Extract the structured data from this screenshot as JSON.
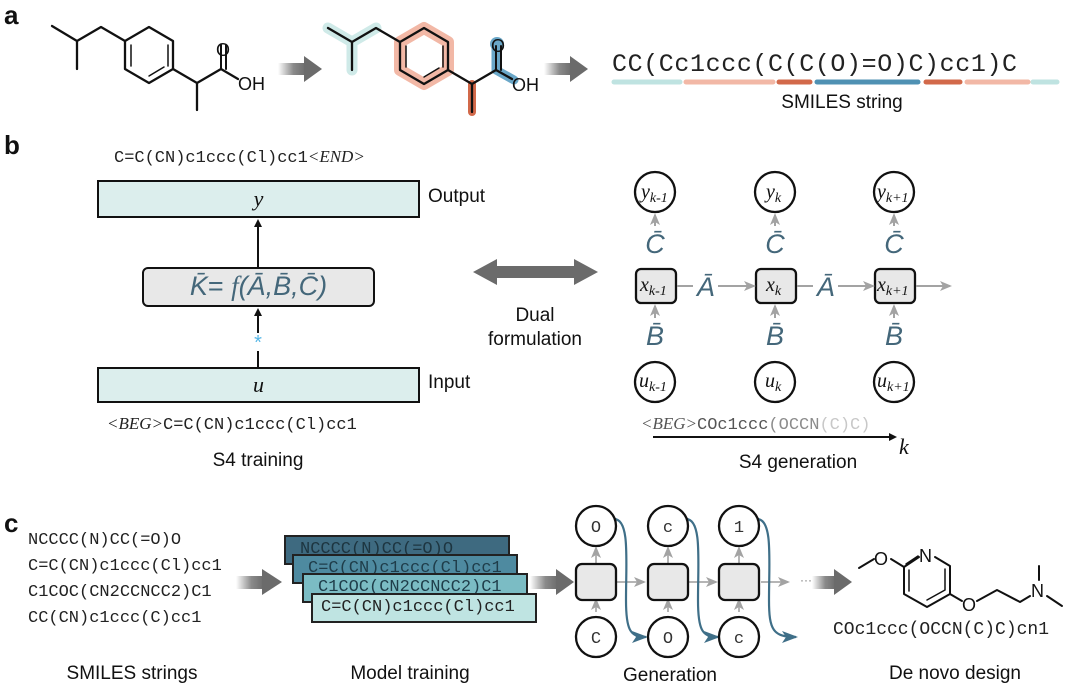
{
  "colors": {
    "seg_teal": "#bfe3e1",
    "seg_peach": "#f2b8a6",
    "seg_orange": "#d2694a",
    "seg_blue": "#4f91b3",
    "box_teal": "#dceeed",
    "box_grey": "#e8e8e8",
    "math_blue": "#44677a",
    "arrow_grey": "#6b6b6b",
    "conv_star": "#55b6e6",
    "gen_curve": "#3f6f88"
  },
  "panel_a": {
    "label": "a",
    "molecule_name": "ibuprofen",
    "atom_labels": {
      "O": "O",
      "OH": "OH"
    },
    "smiles_string": "CC(Cc1ccc(C(C(O)=O)C)cc1)C",
    "smiles_segments": [
      {
        "text": "CC(",
        "color": "seg_teal"
      },
      {
        "text": "Cc1ccc(",
        "color": "seg_peach"
      },
      {
        "text": "C(",
        "color": "seg_orange"
      },
      {
        "text": "C(O)=O)",
        "color": "seg_blue"
      },
      {
        "text": "C)",
        "color": "seg_orange"
      },
      {
        "text": "cc1)",
        "color": "seg_peach"
      },
      {
        "text": "C",
        "color": "seg_teal"
      }
    ],
    "caption": "SMILES string"
  },
  "panel_b": {
    "label": "b",
    "output_smiles": "C=C(CN)c1ccc(Cl)cc1",
    "end_token": "<END>",
    "output_var": "y",
    "output_label": "Output",
    "kernel_lhs": "K̄",
    "kernel_eq": "= ",
    "kernel_f": "f",
    "kernel_args": "(Ā,B̄,C̄)",
    "conv_symbol": "*",
    "input_var": "u",
    "input_label": "Input",
    "beg_token": "<BEG>",
    "input_smiles": "C=C(CN)c1ccc(Cl)cc1",
    "training_caption": "S4 training",
    "dual_label_line1": "Dual",
    "dual_label_line2": "formulation",
    "recurrent": {
      "outputs": [
        {
          "base": "y",
          "sub": "k-1"
        },
        {
          "base": "y",
          "sub": "k"
        },
        {
          "base": "y",
          "sub": "k+1"
        }
      ],
      "states": [
        {
          "base": "x",
          "sub": "k-1"
        },
        {
          "base": "x",
          "sub": "k"
        },
        {
          "base": "x",
          "sub": "k+1"
        }
      ],
      "inputs": [
        {
          "base": "u",
          "sub": "k-1"
        },
        {
          "base": "u",
          "sub": "k"
        },
        {
          "base": "u",
          "sub": "k+1"
        }
      ],
      "c_bar": "C̄",
      "a_bar": "Ā",
      "b_bar": "B̄"
    },
    "gen_beg_token": "<BEG>",
    "gen_smiles_dark": "COc1ccc",
    "gen_smiles_mid": "(OCCN",
    "gen_smiles_light": "(C)C)",
    "axis_var": "k",
    "generation_caption": "S4 generation"
  },
  "panel_c": {
    "label": "c",
    "smiles_list": [
      "NCCCC(N)CC(=O)O",
      "C=C(CN)c1ccc(Cl)cc1",
      "C1COC(CN2CCNCC2)C1",
      "CC(CN)c1ccc(C)cc1"
    ],
    "smiles_caption": "SMILES strings",
    "training_cards": [
      {
        "text": "NCCCC(N)CC(=O)O",
        "bg": "#3e6a80"
      },
      {
        "text": "C=C(CN)c1ccc(Cl)cc1",
        "bg": "#4e8aa0"
      },
      {
        "text": "C1COC(CN2CCNCC2)C1",
        "bg": "#7bbcc4"
      },
      {
        "text": "C=C(CN)c1ccc(Cl)cc1",
        "bg": "#bfe4e2"
      }
    ],
    "training_caption": "Model training",
    "gen_outputs": [
      "O",
      "c",
      "1"
    ],
    "gen_inputs": [
      "C",
      "O",
      "c"
    ],
    "gen_ellipsis": "···",
    "generation_caption": "Generation",
    "designed_atoms": {
      "O1": "O",
      "N_ring": "N",
      "O2": "O",
      "N_amine": "N"
    },
    "designed_smiles": "COc1ccc(OCCN(C)C)cn1",
    "design_caption": "De novo design"
  }
}
